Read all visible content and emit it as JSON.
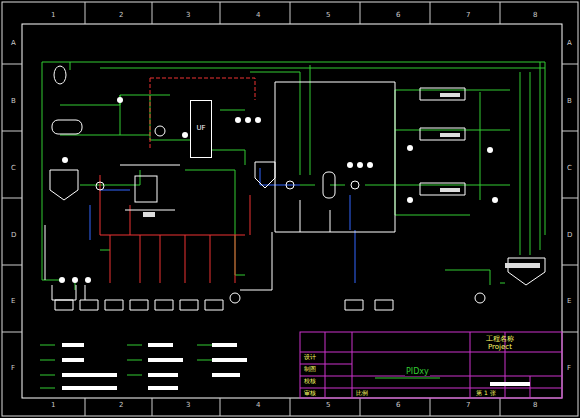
{
  "diagram": {
    "nodes": [
      {
        "text": [
          "UF"
        ]
      },
      {
        "text": [
          "工程名称",
          "Project"
        ]
      }
    ],
    "labels": [
      "1",
      "2",
      "3",
      "4",
      "5",
      "6",
      "7",
      "8",
      "1",
      "2",
      "3",
      "4",
      "5",
      "6",
      "7",
      "8",
      "A",
      "B",
      "C",
      "D",
      "E",
      "F",
      "A",
      "B",
      "C",
      "D",
      "E",
      "F",
      "PIDxy",
      "设计",
      "制图",
      "校核",
      "审核",
      "比例",
      "第 1 张"
    ]
  }
}
